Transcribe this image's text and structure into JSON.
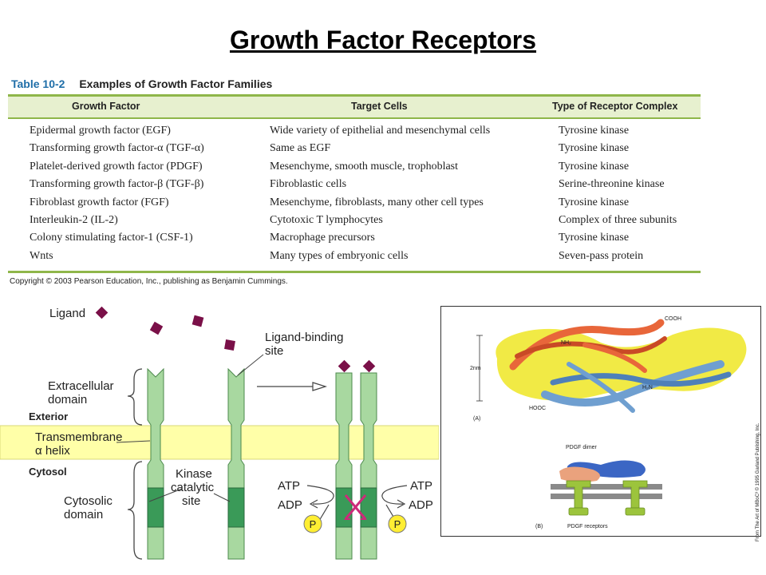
{
  "title": "Growth Factor Receptors",
  "table": {
    "number": "Table 10-2",
    "caption": "Examples of Growth Factor Families",
    "headers": [
      "Growth Factor",
      "Target Cells",
      "Type of Receptor Complex"
    ],
    "rows": [
      [
        "Epidermal growth factor (EGF)",
        "Wide variety of epithelial and mesenchymal cells",
        "Tyrosine kinase"
      ],
      [
        "Transforming growth factor-α (TGF-α)",
        "Same as EGF",
        "Tyrosine kinase"
      ],
      [
        "Platelet-derived growth factor (PDGF)",
        "Mesenchyme, smooth muscle, trophoblast",
        "Tyrosine kinase"
      ],
      [
        "Transforming growth factor-β (TGF-β)",
        "Fibroblastic cells",
        "Serine-threonine kinase"
      ],
      [
        "Fibroblast growth factor (FGF)",
        "Mesenchyme, fibroblasts, many other cell types",
        "Tyrosine kinase"
      ],
      [
        "Interleukin-2 (IL-2)",
        "Cytotoxic T lymphocytes",
        "Complex of three subunits"
      ],
      [
        "Colony stimulating factor-1 (CSF-1)",
        "Macrophage precursors",
        "Tyrosine kinase"
      ],
      [
        "Wnts",
        "Many types of embryonic cells",
        "Seven-pass protein"
      ]
    ],
    "copyright": "Copyright © 2003 Pearson Education, Inc., publishing as Benjamin Cummings."
  },
  "diagram": {
    "ligand": "Ligand",
    "ligand_binding_line1": "Ligand-binding",
    "ligand_binding_line2": "site",
    "extracellular_line1": "Extracellular",
    "extracellular_line2": "domain",
    "exterior": "Exterior",
    "transmembrane_line1": "Transmembrane",
    "transmembrane_line2": "α helix",
    "cytosol": "Cytosol",
    "kinase_line1": "Kinase",
    "kinase_line2": "catalytic",
    "kinase_line3": "site",
    "cytosolic_line1": "Cytosolic",
    "cytosolic_line2": "domain",
    "atp": "ATP",
    "adp": "ADP",
    "phosphate": "P",
    "colors": {
      "receptor": "#a8d8a0",
      "kinase": "#3a9a58",
      "membrane": "#ffffa8",
      "ligand": "#7a1048",
      "phosphate": "#ffee33",
      "active_x": "#cc2a7a"
    }
  },
  "structure": {
    "cooh": "COOH",
    "nh2": "NH₂",
    "h2n": "H₂N",
    "hooc": "HOOC",
    "scale": "2nm",
    "panel_a": "(A)",
    "pdgf_dimer": "PDGF dimer",
    "pdgf_receptors": "PDGF receptors",
    "panel_b": "(B)",
    "credit": "From The Art of MBoC³ © 1995 Garland Publishing, Inc."
  }
}
